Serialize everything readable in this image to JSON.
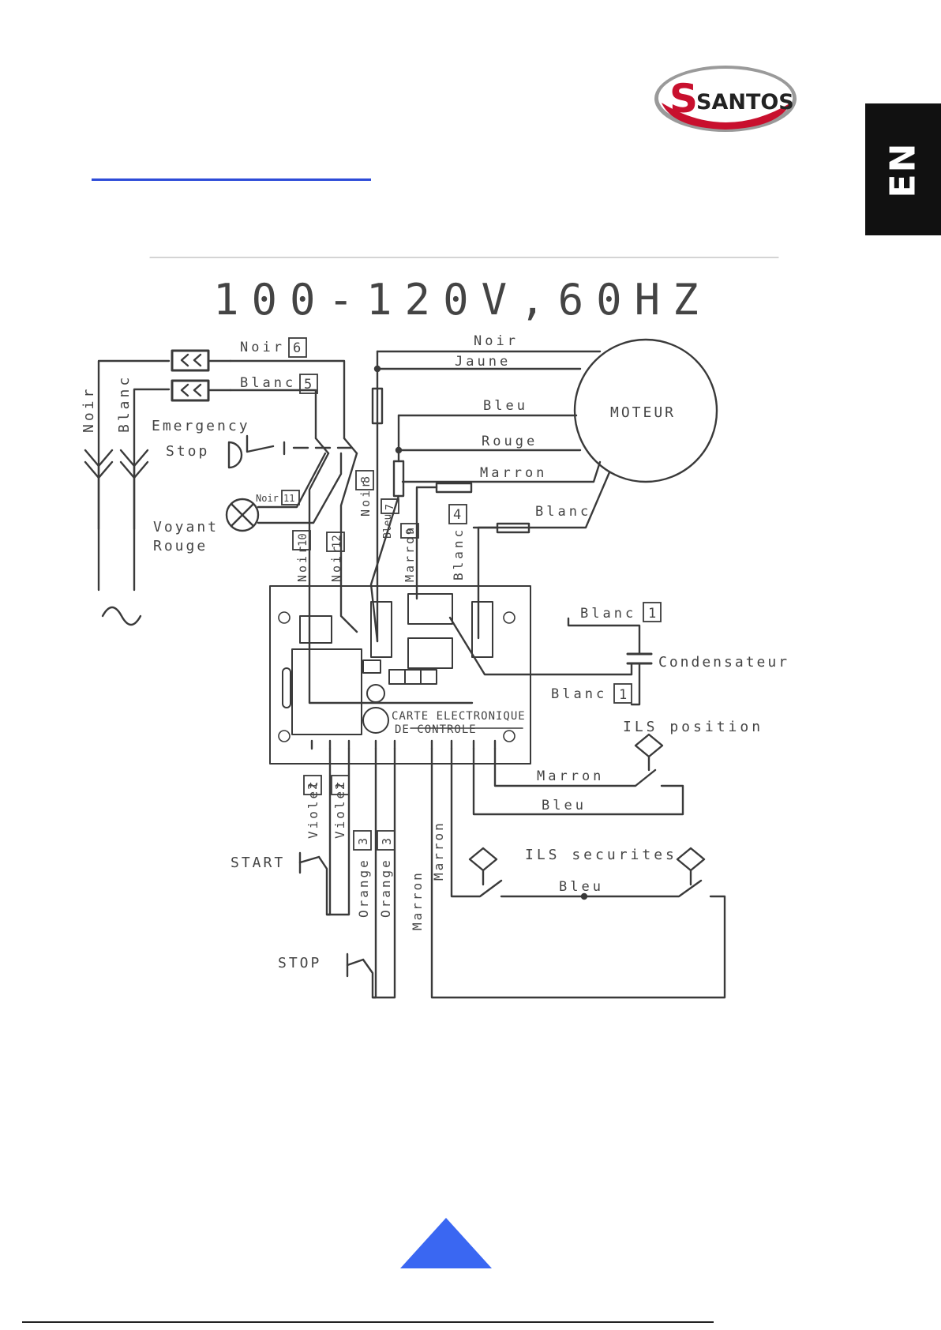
{
  "brand": {
    "logo_text": "SANTOS",
    "lang": "EN",
    "accent": "#2d4bd8"
  },
  "diagram": {
    "supply": "100-120V,60HZ",
    "mains": {
      "label_1": "Noir",
      "label_2": "Blanc",
      "ac_symbol": "~"
    },
    "emergency_stop": {
      "line1": "Emergency",
      "line2": "Stop"
    },
    "lamp": {
      "line1": "Voyant",
      "line2": "Rouge"
    },
    "motor": "MOTEUR",
    "board": {
      "line1": "CARTE ELECTRONIQUE",
      "line2": "DE CONTROLE"
    },
    "capacitor": "Condensateur",
    "ils_position": "ILS position",
    "ils_safety": "ILS securites",
    "start": "START",
    "stop": "STOP",
    "wires": {
      "w_noir6": "Noir",
      "n_noir6": "6",
      "w_blanc5": "Blanc",
      "n_blanc5": "5",
      "w_noir11": "Noir",
      "n_noir11": "11",
      "w_noir8": "Noir",
      "n_noir8": "8",
      "w_noir10": "Noir",
      "n_noir10": "10",
      "w_noir12": "Noir",
      "n_noir12": "12",
      "w_bleu7": "Bleu",
      "n_bleu7": "7",
      "w_marron9": "Marron",
      "n_marron9": "9",
      "w_blanc4": "Blanc",
      "n_blanc4": "4",
      "w_noir_m": "Noir",
      "w_jaune": "Jaune",
      "w_bleu_m": "Bleu",
      "w_rouge": "Rouge",
      "w_marron_m": "Marron",
      "w_blanc_m": "Blanc",
      "w_blanc1a": "Blanc",
      "n_blanc1a": "1",
      "w_blanc1b": "Blanc",
      "n_blanc1b": "1",
      "w_marron_ils": "Marron",
      "w_bleu_ils": "Bleu",
      "w_bleu_sec": "Bleu",
      "w_violet_a": "Violet",
      "n_violet_a": "2",
      "w_violet_b": "Violet",
      "n_violet_b": "2",
      "w_orange_a": "Orange",
      "n_orange_a": "3",
      "w_orange_b": "Orange",
      "n_orange_b": "3",
      "w_marron_v1": "Marron",
      "w_marron_v2": "Marron"
    }
  },
  "footer": {
    "page_marker_color": "#3a67f2"
  }
}
